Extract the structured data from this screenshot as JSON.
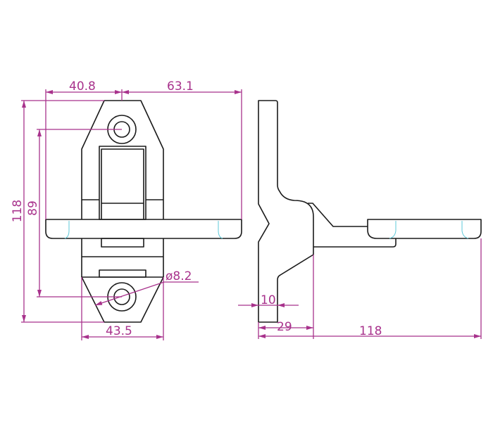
{
  "drawing": {
    "colors": {
      "outline": "#1a1a1a",
      "dimension": "#a8328c",
      "hidden": "#5cc8d8"
    },
    "front_view": {
      "dimensions": {
        "left_width": "40.8",
        "right_width": "63.1",
        "total_height": "118",
        "hole_spacing": "89",
        "base_width": "43.5",
        "hole_diameter": "ø8.2"
      }
    },
    "side_view": {
      "dimensions": {
        "plate_thickness": "10",
        "offset": "29",
        "total_depth": "118"
      }
    }
  }
}
